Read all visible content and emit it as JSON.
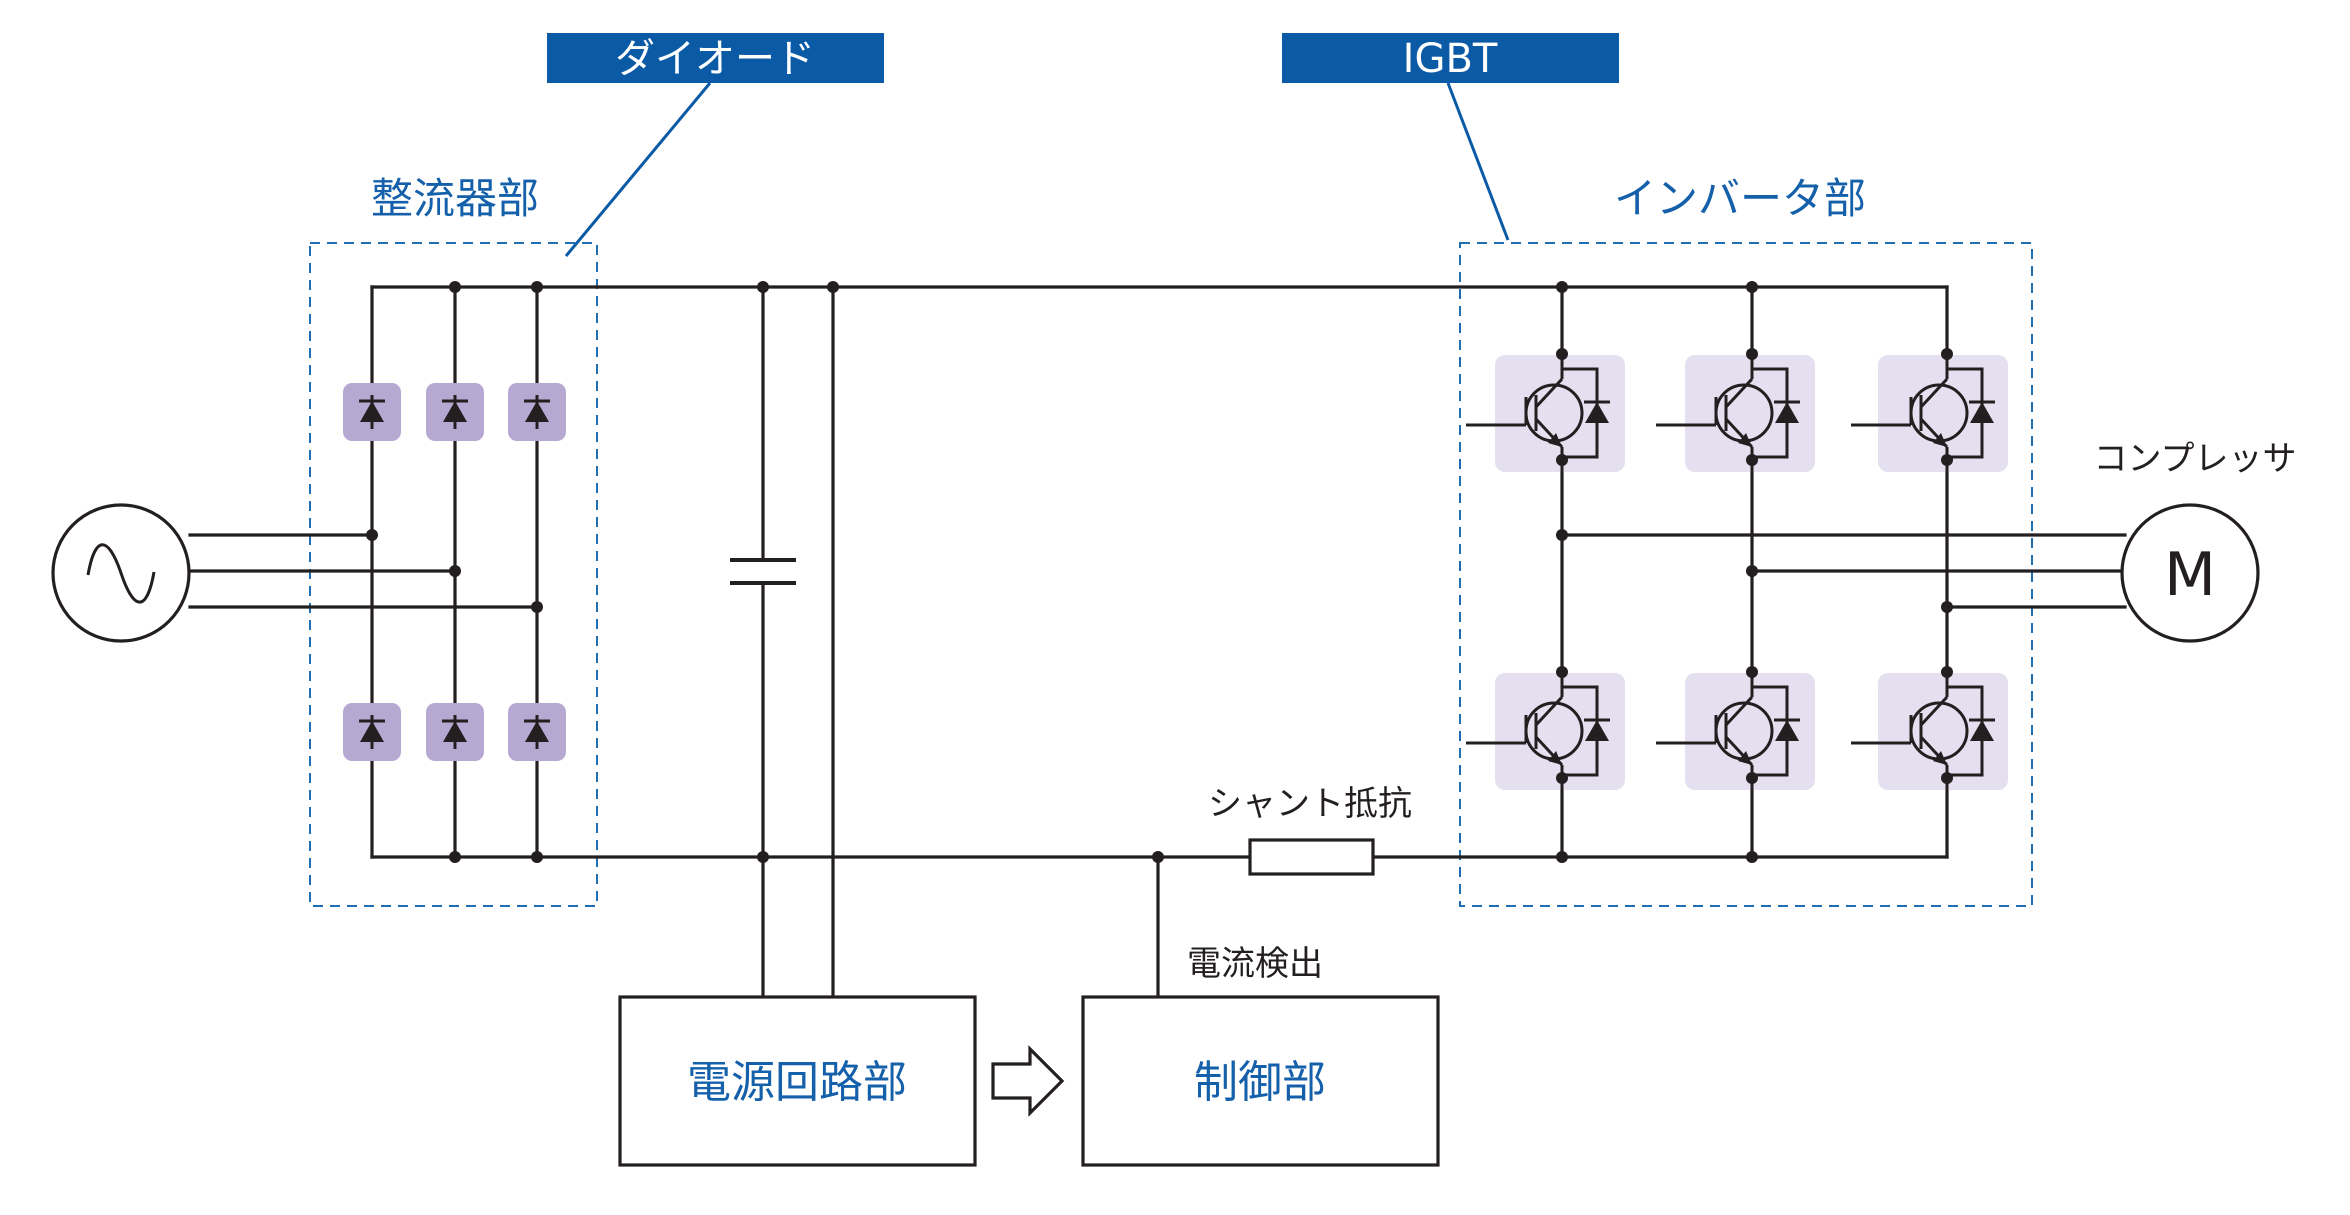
{
  "labels": {
    "diode_tag": "ダイオード",
    "igbt_tag": "IGBT",
    "rectifier_section": "整流器部",
    "inverter_section": "インバータ部",
    "compressor": "コンプレッサ",
    "motor": "M",
    "shunt_resistor": "シャント抵抗",
    "current_detection": "電流検出",
    "power_circuit_block": "電源回路部",
    "control_block": "制御部"
  },
  "colors": {
    "accent_blue": "#0b5aa6",
    "diode_highlight": "#b7a8d1",
    "igbt_highlight": "#e4e0ef",
    "wire": "#231f20"
  },
  "icons": {
    "ac_source": "ac-source-icon",
    "diode": "diode-icon",
    "igbt": "igbt-icon",
    "capacitor": "capacitor-icon",
    "resistor": "resistor-icon",
    "motor": "motor-icon",
    "arrow": "right-arrow-icon"
  }
}
